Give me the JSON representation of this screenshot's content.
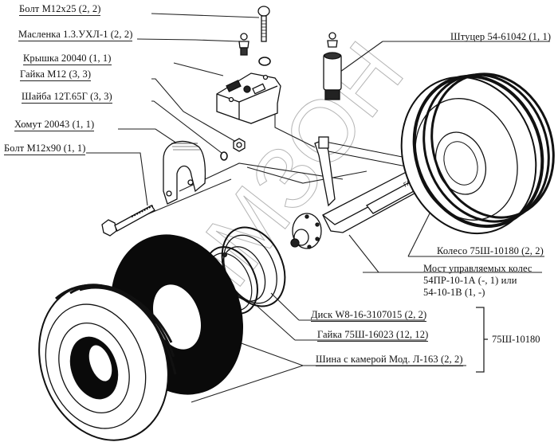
{
  "diagram": {
    "type": "exploded-parts-view",
    "subject": "Мост управляемых колес с колесами",
    "watermark": "СИМЗОН",
    "parts": [
      {
        "id": "bolt-m12x25",
        "label": "Болт М12х25 (2, 2)"
      },
      {
        "id": "grease-fitting",
        "label": "Масленка 1.3.УХЛ-1 (2, 2)"
      },
      {
        "id": "cover",
        "label": "Крышка 20040 (1, 1)"
      },
      {
        "id": "nut-m12",
        "label": "Гайка М12 (3, 3)"
      },
      {
        "id": "washer",
        "label": "Шайба 12Т.65Г (3, 3)"
      },
      {
        "id": "clamp",
        "label": "Хомут 20043 (1, 1)"
      },
      {
        "id": "bolt-m12x90",
        "label": "Болт М12х90 (1, 1)"
      },
      {
        "id": "union",
        "label": "Штуцер 54-61042 (1, 1)"
      },
      {
        "id": "wheel",
        "label": "Колесо 75Ш-10180 (2, 2)"
      },
      {
        "id": "axle",
        "label_lines": [
          "Мост управляемых колес",
          "54ПР-10-1А (-, 1) или",
          "54-10-1В (1, -)"
        ]
      },
      {
        "id": "disc",
        "label": "Диск W8-16-3107015 (2, 2)"
      },
      {
        "id": "wheel-nut",
        "label": "Гайка 75Ш-16023 (12, 12)"
      },
      {
        "id": "tire",
        "label": "Шина с камерой Мод. Л-163 (2, 2)"
      }
    ],
    "group_bracket": {
      "code": "75Ш-10180",
      "members": [
        "disc",
        "wheel-nut",
        "tire"
      ]
    },
    "colors": {
      "line": "#111111",
      "background": "#ffffff",
      "watermark": "#9a9a9a"
    }
  }
}
